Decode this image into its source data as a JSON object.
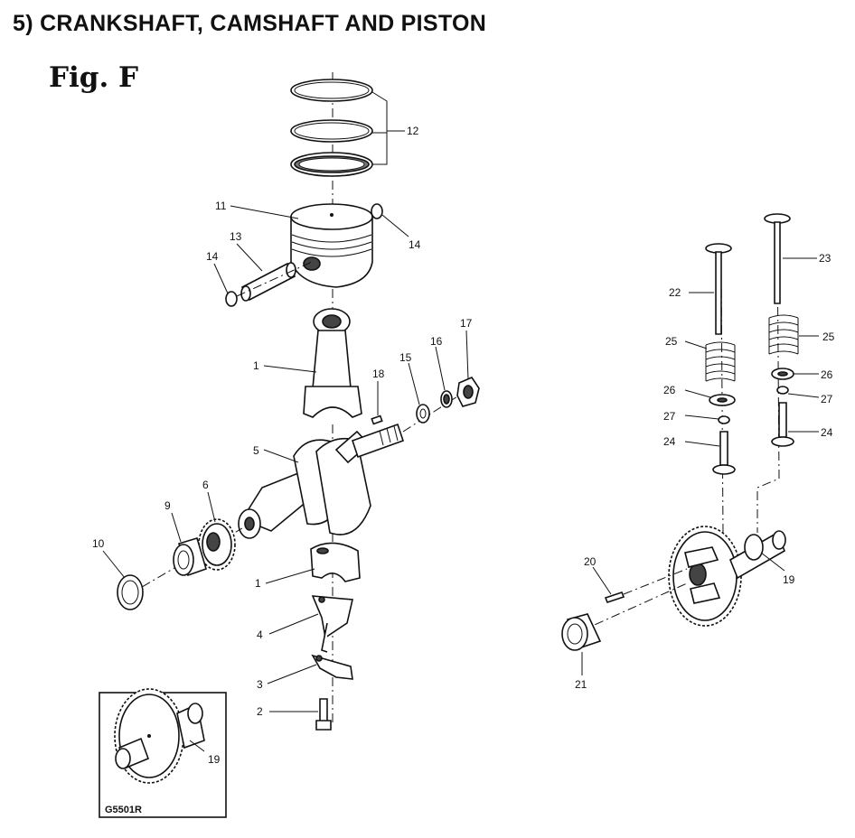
{
  "heading": "5) CRANKSHAFT, CAMSHAFT AND PISTON",
  "figure": "Fig. F",
  "inset_code": "G5501R",
  "callouts": {
    "c1a": "1",
    "c1b": "1",
    "c2": "2",
    "c3": "3",
    "c4": "4",
    "c5": "5",
    "c6": "6",
    "c9": "9",
    "c10": "10",
    "c11": "11",
    "c12": "12",
    "c13": "13",
    "c14a": "14",
    "c14b": "14",
    "c15": "15",
    "c16": "16",
    "c17": "17",
    "c18": "18",
    "c19": "19",
    "c19i": "19",
    "c20": "20",
    "c21": "21",
    "c22": "22",
    "c23": "23",
    "c24a": "24",
    "c24b": "24",
    "c25a": "25",
    "c25b": "25",
    "c26a": "26",
    "c26b": "26",
    "c27a": "27",
    "c27b": "27"
  }
}
